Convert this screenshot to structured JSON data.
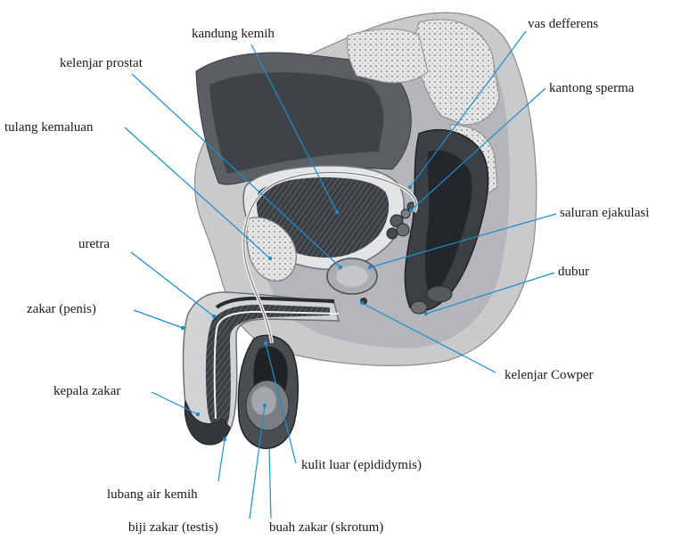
{
  "labels": {
    "kandung_kemih": "kandung kemih",
    "kelenjar_prostat": "kelenjar prostat",
    "tulang_kemaluan": "tulang kemaluan",
    "uretra": "uretra",
    "zakar": "zakar (penis)",
    "kepala_zakar": "kepala zakar",
    "lubang_air_kemih": "lubang air kemih",
    "biji_zakar": "biji zakar (testis)",
    "buah_zakar": "buah zakar (skrotum)",
    "kulit_luar": "kulit luar (epididymis)",
    "kelenjar_cowper": "kelenjar Cowper",
    "dubur": "dubur",
    "saluran_ejakulasi": "saluran ejakulasi",
    "kantong_sperma": "kantong sperma",
    "vas_defferens": "vas defferens"
  },
  "colors": {
    "leader_line": "#1a8fd0",
    "tissue_dark": "#2d3135",
    "tissue_mid": "#8c8f93",
    "tissue_light": "#d9dadc"
  }
}
